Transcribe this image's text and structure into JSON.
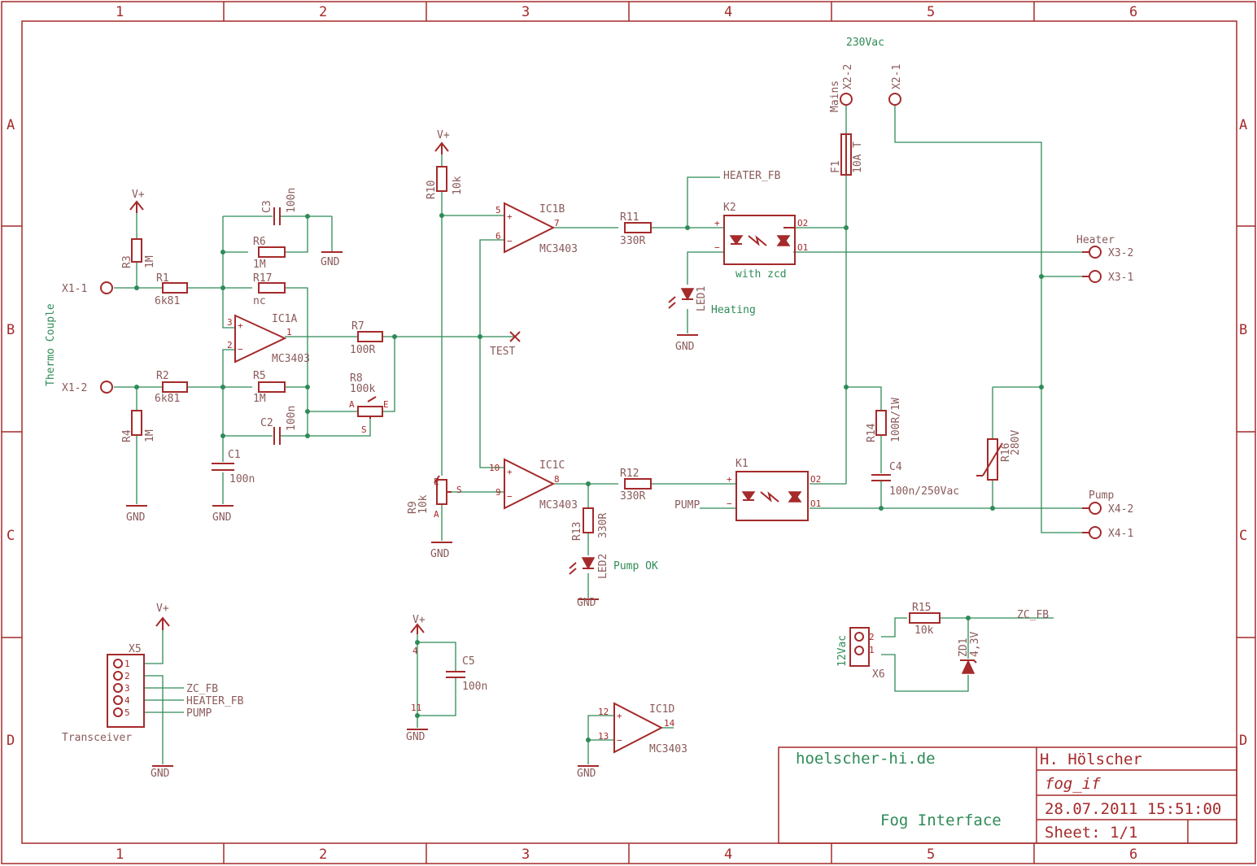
{
  "frame": {
    "columns": [
      "1",
      "2",
      "3",
      "4",
      "5",
      "6"
    ],
    "rows": [
      "A",
      "B",
      "C",
      "D"
    ]
  },
  "title_block": {
    "website": "hoelscher-hi.de",
    "author": "H. Hölscher",
    "filename": "fog_if",
    "datetime": "28.07.2011 15:51:00",
    "title": "Fog Interface",
    "sheet": "Sheet: 1/1"
  },
  "ports": {
    "x1_1": "X1-1",
    "x1_2": "X1-2",
    "thermo": "Thermo Couple",
    "x2_2": "X2-2",
    "x2_1": "X2-1",
    "mains": "Mains",
    "mains_v": "230Vac",
    "x3_2": "X3-2",
    "x3_1": "X3-1",
    "heater": "Heater",
    "x4_2": "X4-2",
    "x4_1": "X4-1",
    "pump": "Pump",
    "test": "TEST"
  },
  "power": {
    "vplus": "V+",
    "gnd": "GND"
  },
  "nets": {
    "heater_fb": "HEATER_FB",
    "zc_fb": "ZC_FB",
    "pump": "PUMP"
  },
  "parts": {
    "R1": {
      "name": "R1",
      "value": "6k81"
    },
    "R2": {
      "name": "R2",
      "value": "6k81"
    },
    "R3": {
      "name": "R3",
      "value": "1M"
    },
    "R4": {
      "name": "R4",
      "value": "1M"
    },
    "R5": {
      "name": "R5",
      "value": "1M"
    },
    "R6": {
      "name": "R6",
      "value": "1M"
    },
    "R7": {
      "name": "R7",
      "value": "100R"
    },
    "R8": {
      "name": "R8",
      "value": "100k"
    },
    "R9": {
      "name": "R9",
      "value": "10k"
    },
    "R10": {
      "name": "R10",
      "value": "10k"
    },
    "R11": {
      "name": "R11",
      "value": "330R"
    },
    "R12": {
      "name": "R12",
      "value": "330R"
    },
    "R13": {
      "name": "R13",
      "value": "330R"
    },
    "R14": {
      "name": "R14",
      "value": "100R/1W"
    },
    "R15": {
      "name": "R15",
      "value": "10k"
    },
    "R16": {
      "name": "R16",
      "value": "280V"
    },
    "R17": {
      "name": "R17",
      "value": "nc"
    },
    "C1": {
      "name": "C1",
      "value": "100n"
    },
    "C2": {
      "name": "C2",
      "value": "100n"
    },
    "C3": {
      "name": "C3",
      "value": "100n"
    },
    "C4": {
      "name": "C4",
      "value": "100n/250Vac"
    },
    "C5": {
      "name": "C5",
      "value": "100n"
    },
    "F1": {
      "name": "F1",
      "value": "10A T"
    },
    "IC1A": {
      "name": "IC1A",
      "value": "MC3403"
    },
    "IC1B": {
      "name": "IC1B",
      "value": "MC3403"
    },
    "IC1C": {
      "name": "IC1C",
      "value": "MC3403"
    },
    "IC1D": {
      "name": "IC1D",
      "value": "MC3403"
    },
    "K1": {
      "name": "K1"
    },
    "K2": {
      "name": "K2",
      "note": "with zcd"
    },
    "LED1": {
      "name": "LED1",
      "label": "Heating"
    },
    "LED2": {
      "name": "LED2",
      "label": "Pump OK"
    },
    "ZD1": {
      "name": "ZD1",
      "value": "4,3V"
    },
    "X5": {
      "name": "X5",
      "label": "Transceiver"
    },
    "X6": {
      "name": "X6",
      "label": "12Vac"
    }
  },
  "x5_pins": [
    {
      "num": "1",
      "net": ""
    },
    {
      "num": "2",
      "net": ""
    },
    {
      "num": "3",
      "net": "ZC_FB"
    },
    {
      "num": "4",
      "net": "HEATER_FB"
    },
    {
      "num": "5",
      "net": "PUMP"
    }
  ]
}
